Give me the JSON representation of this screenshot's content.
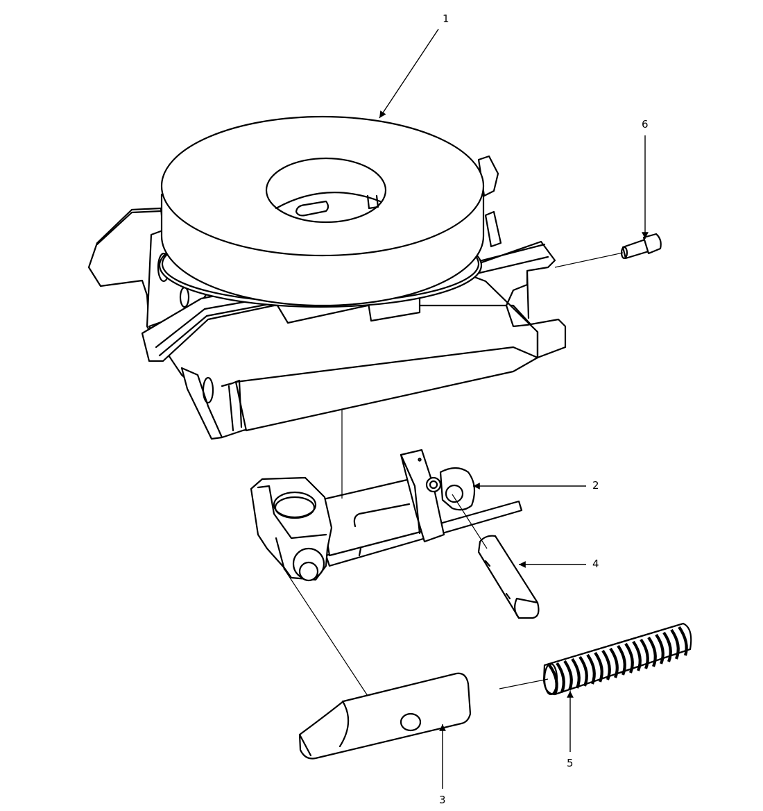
{
  "drawing": {
    "type": "exploded-view assembly drawing",
    "background": "#ffffff",
    "line_color": "#000000"
  },
  "callouts": [
    {
      "id": "1",
      "label": "1",
      "part": "base housing with bearing disc"
    },
    {
      "id": "2",
      "label": "2",
      "part": "latch cylinder assembly"
    },
    {
      "id": "3",
      "label": "3",
      "part": "locking pin"
    },
    {
      "id": "4",
      "label": "4",
      "part": "pivot pin"
    },
    {
      "id": "5",
      "label": "5",
      "part": "compression spring"
    },
    {
      "id": "6",
      "label": "6",
      "part": "cap screw"
    }
  ]
}
